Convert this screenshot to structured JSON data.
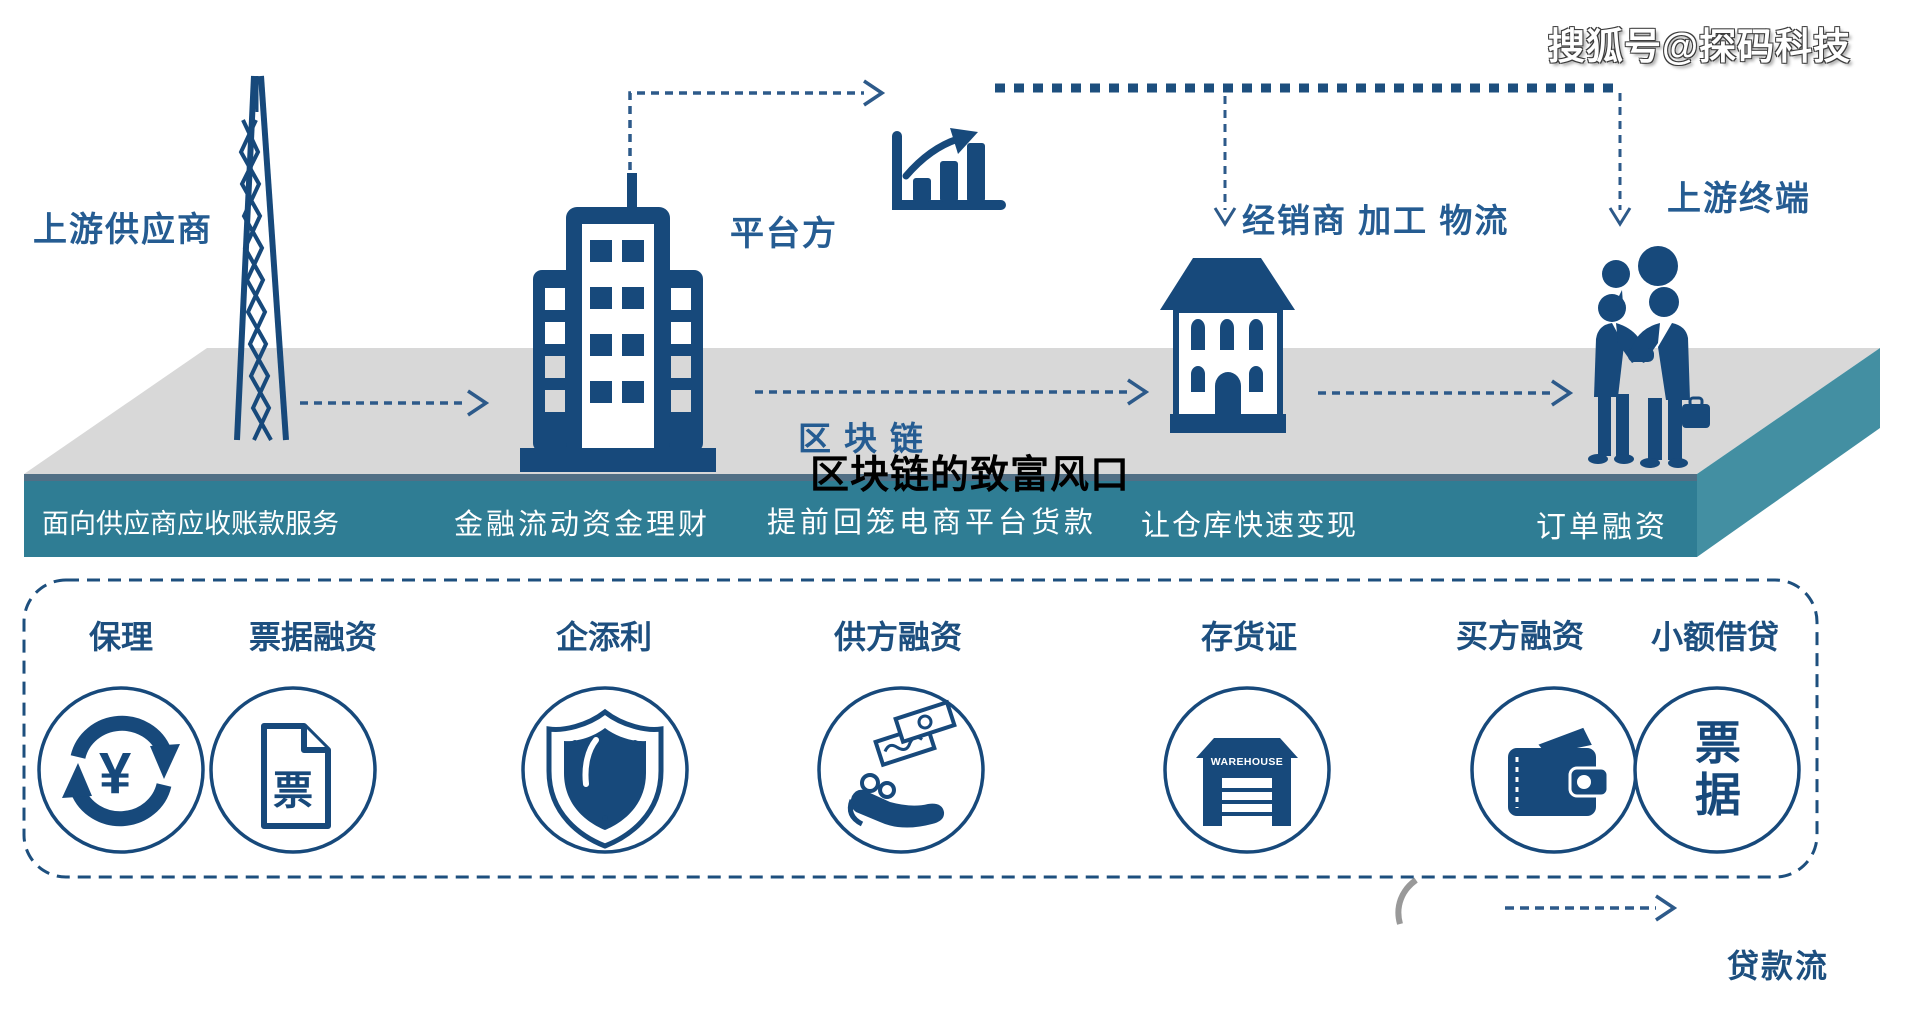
{
  "watermark": "搜狐号@探码科技",
  "headline": {
    "blockchain_label": "区块链",
    "title": "区块链的致富风口"
  },
  "actors": {
    "supplier": "上游供应商",
    "platform": "平台方",
    "distribution": "经销商 加工 物流",
    "terminal": "上游终端"
  },
  "platform_band": {
    "services": [
      "面向供应商应收账款服务",
      "金融流动资金理财",
      "提前回笼电商平台货款",
      "让仓库快速变现",
      "订单融资"
    ]
  },
  "products": [
    {
      "label": "保理",
      "icon": "refresh-yuan-icon",
      "symbol": "¥"
    },
    {
      "label": "票据融资",
      "icon": "bill-document-icon",
      "doc_char": "票"
    },
    {
      "label": "企添利",
      "icon": "shield-icon"
    },
    {
      "label": "供方融资",
      "icon": "hand-money-icon"
    },
    {
      "label": "存货证",
      "icon": "warehouse-icon",
      "building_text": "WAREHOUSE"
    },
    {
      "label": "买方融资",
      "icon": "wallet-icon"
    },
    {
      "label": "小额借贷",
      "icon": "bill-text-icon",
      "circle_text": "票据"
    }
  ],
  "flow": {
    "loan_flow_label": "贷款流"
  },
  "colors": {
    "navy": "#17497b",
    "blue_text": "#255c92",
    "teal_front": "#2f7d94",
    "teal_side": "#438fa2",
    "teal_dark_edge": "#173f5c",
    "gray_platform": "#d8d8d8",
    "arrow_blue": "#2d5a8a",
    "title_black": "#000000",
    "white": "#ffffff",
    "arc_gray": "#999999"
  }
}
